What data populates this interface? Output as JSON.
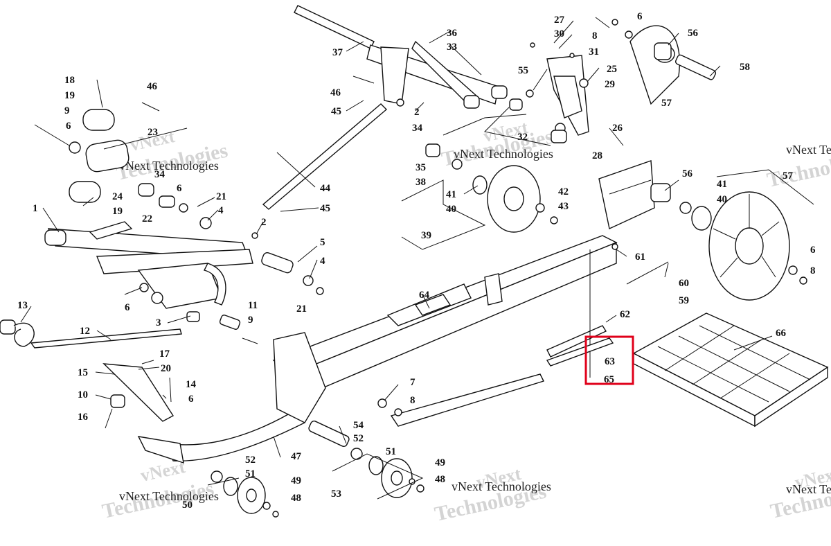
{
  "watermark": {
    "company": "vNext Technologies",
    "line1": "vNext",
    "line2": "Technologies"
  },
  "highlight": {
    "color": "#e0001a",
    "labels": [
      "63",
      "65"
    ]
  },
  "callouts": {
    "n1": "1",
    "n2": "2",
    "n2b": "2",
    "n3": "3",
    "n4": "4",
    "n4b": "4",
    "n5": "5",
    "n6a": "6",
    "n6b": "6",
    "n6c": "6",
    "n6d": "6",
    "n6e": "6",
    "n6f": "6",
    "n7": "7",
    "n8a": "8",
    "n8b": "8",
    "n8c": "8",
    "n9a": "9",
    "n9b": "9",
    "n10": "10",
    "n11": "11",
    "n12": "12",
    "n13": "13",
    "n14": "14",
    "n15": "15",
    "n16": "16",
    "n17": "17",
    "n18": "18",
    "n19a": "19",
    "n19b": "19",
    "n20": "20",
    "n21a": "21",
    "n21b": "21",
    "n22": "22",
    "n23": "23",
    "n24": "24",
    "n25": "25",
    "n26": "26",
    "n27": "27",
    "n28": "28",
    "n29": "29",
    "n30": "30",
    "n31": "31",
    "n32": "32",
    "n33": "33",
    "n34a": "34",
    "n34b": "34",
    "n35": "35",
    "n36": "36",
    "n37": "37",
    "n38": "38",
    "n39": "39",
    "n40a": "40",
    "n40b": "40",
    "n41a": "41",
    "n41b": "41",
    "n42": "42",
    "n43": "43",
    "n44": "44",
    "n45a": "45",
    "n45b": "45",
    "n46a": "46",
    "n46b": "46",
    "n47": "47",
    "n48a": "48",
    "n48b": "48",
    "n49a": "49",
    "n49b": "49",
    "n50": "50",
    "n51a": "51",
    "n51b": "51",
    "n52a": "52",
    "n52b": "52",
    "n53": "53",
    "n54": "54",
    "n55": "55",
    "n56a": "56",
    "n56b": "56",
    "n57a": "57",
    "n57b": "57",
    "n58": "58",
    "n59": "59",
    "n60": "60",
    "n61": "61",
    "n62": "62",
    "n63": "63",
    "n64": "64",
    "n65": "65",
    "n66": "66"
  }
}
